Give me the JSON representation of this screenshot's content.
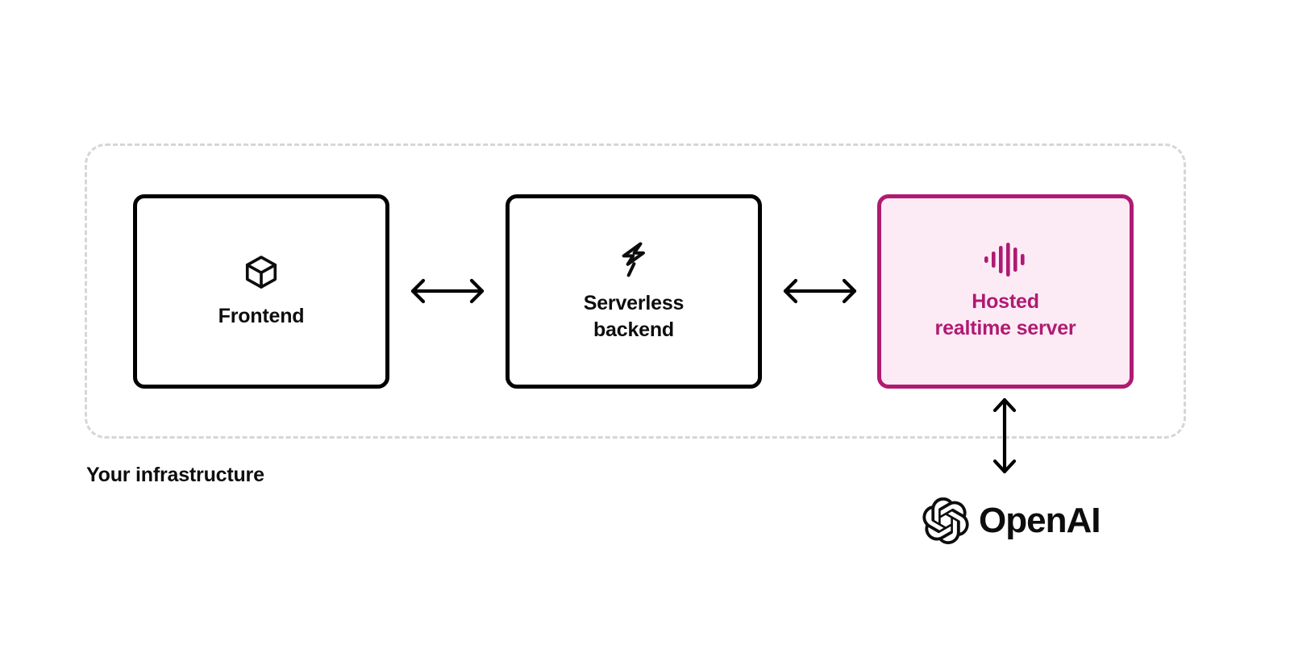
{
  "diagram": {
    "boundary": {
      "label": "Your infrastructure",
      "style": "dashed",
      "color": "#d6d6d6"
    },
    "nodes": [
      {
        "id": "frontend",
        "label": "Frontend",
        "icon": "cube-icon",
        "variant": "plain",
        "border_color": "#000000",
        "fill_color": "#ffffff",
        "text_color": "#0d0d0d"
      },
      {
        "id": "serverless-backend",
        "label": "Serverless\nbackend",
        "icon": "lightning-bolt-icon",
        "variant": "plain",
        "border_color": "#000000",
        "fill_color": "#ffffff",
        "text_color": "#0d0d0d"
      },
      {
        "id": "hosted-realtime-server",
        "label": "Hosted\nrealtime server",
        "icon": "audio-waveform-icon",
        "variant": "highlight",
        "border_color": "#b01a72",
        "fill_color": "#fcebf5",
        "text_color": "#b01a72"
      }
    ],
    "connectors": [
      {
        "id": "frontend-to-backend",
        "from": "frontend",
        "to": "serverless-backend",
        "direction": "bidirectional",
        "orientation": "horizontal",
        "color": "#000000"
      },
      {
        "id": "backend-to-hosted",
        "from": "serverless-backend",
        "to": "hosted-realtime-server",
        "direction": "bidirectional",
        "orientation": "horizontal",
        "color": "#000000"
      },
      {
        "id": "hosted-to-openai",
        "from": "hosted-realtime-server",
        "to": "openai",
        "direction": "bidirectional",
        "orientation": "vertical",
        "color": "#000000"
      }
    ],
    "external": {
      "id": "openai",
      "wordmark": "OpenAI",
      "logo_icon": "openai-blossom-logo-icon",
      "color": "#0d0d0d"
    }
  }
}
